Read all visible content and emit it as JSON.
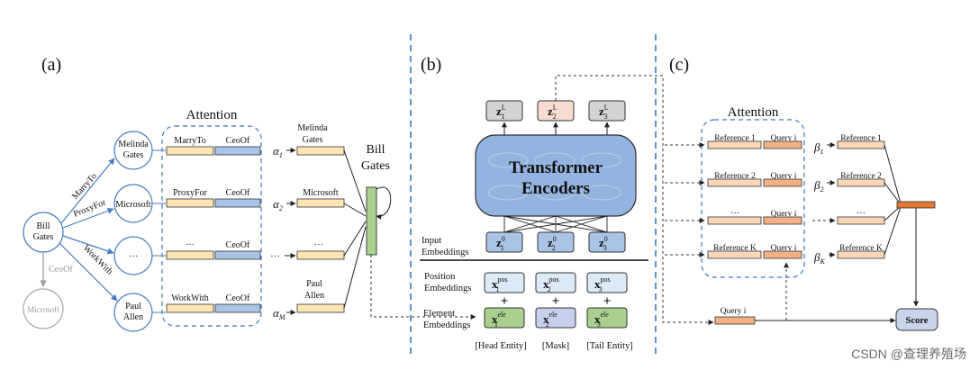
{
  "panel_labels": {
    "a": "(a)",
    "b": "(b)",
    "c": "(c)"
  },
  "panel_a": {
    "attention_label": "Attention",
    "center_entity": [
      "Bill",
      "Gates"
    ],
    "gray_entity": "Microsoft",
    "gray_relation": "CeoOf",
    "edge_labels": {
      "marry": "MarryTo",
      "proxy": "ProxyFor",
      "work": "WorkWith"
    },
    "neighbors": {
      "melinda": [
        "Melinda",
        "Gates"
      ],
      "microsoft": "Microsoft",
      "ellipsis": "···",
      "paul": [
        "Paul",
        "Allen"
      ]
    },
    "path_rows": {
      "r1": [
        "MarryTo",
        "CeoOf"
      ],
      "r2": [
        "ProxyFor",
        "CeoOf"
      ],
      "r3": [
        "···",
        "CeoOf"
      ],
      "r4": [
        "WorkWith",
        "CeoOf"
      ]
    },
    "alpha": {
      "a1": "α",
      "s1": "1",
      "a2": "α",
      "s2": "2",
      "a3": "···",
      "aM": "α",
      "sM": "M"
    },
    "out_labels": {
      "o1": [
        "Melinda",
        "Gates"
      ],
      "o2": "Microsoft",
      "o3": "···",
      "o4": [
        "Paul",
        "Allen"
      ]
    },
    "target": [
      "Bill",
      "Gates"
    ]
  },
  "panel_b": {
    "transformer": [
      "Transformer",
      "Encoders"
    ],
    "out_z": {
      "base": "z",
      "sup": "L",
      "sub": [
        "1",
        "2",
        "3"
      ]
    },
    "in_z": {
      "base": "z",
      "sup": "0",
      "sub": [
        "1",
        "2",
        "3"
      ]
    },
    "pos_x": {
      "base": "x",
      "sup": "pos",
      "sub": [
        "1",
        "2",
        "3"
      ]
    },
    "ele_x": {
      "base": "x",
      "sup": "ele",
      "sub": [
        "1",
        "2",
        "3"
      ]
    },
    "plus": "+",
    "row_labels": {
      "input": [
        "Input",
        "Embeddings"
      ],
      "position": [
        "Position",
        "Embeddings"
      ],
      "element": [
        "Element",
        "Embeddings"
      ]
    },
    "columns": [
      "[Head Entity]",
      "[Mask]",
      "[Tail Entity]"
    ]
  },
  "panel_c": {
    "attention_label": "Attention",
    "rows": [
      {
        "ref": "Reference 1",
        "query": "Query i",
        "beta": "β",
        "sub": "1",
        "out": "Reference 1"
      },
      {
        "ref": "Reference 2",
        "query": "Query i",
        "beta": "β",
        "sub": "2",
        "out": "Reference 2"
      },
      {
        "ref": "···",
        "query": "Query i",
        "beta": "",
        "sub": "",
        "out": "···"
      },
      {
        "ref": "Reference K",
        "query": "Query i",
        "beta": "β",
        "sub": "K",
        "out": "Reference K"
      }
    ],
    "query_bottom": "Query i",
    "score": "Score"
  },
  "watermark": "CSDN @查理养殖场",
  "colors": {
    "blue_dash": "#3c78c0",
    "yellow_box": "#fde6b4",
    "blue_box": "#a9c4e6",
    "peach_box": "#fbd7b8",
    "green_box": "#a9d08e",
    "transformer_fill": "#93b4e0",
    "gray_z": "#d3d3d3",
    "pink_z": "#f8dcd2",
    "lightblue_x": "#dce9f7",
    "purple_x": "#c6d0ec",
    "score_fill": "#c9d4ea",
    "orange_bar": "#e07a30"
  }
}
